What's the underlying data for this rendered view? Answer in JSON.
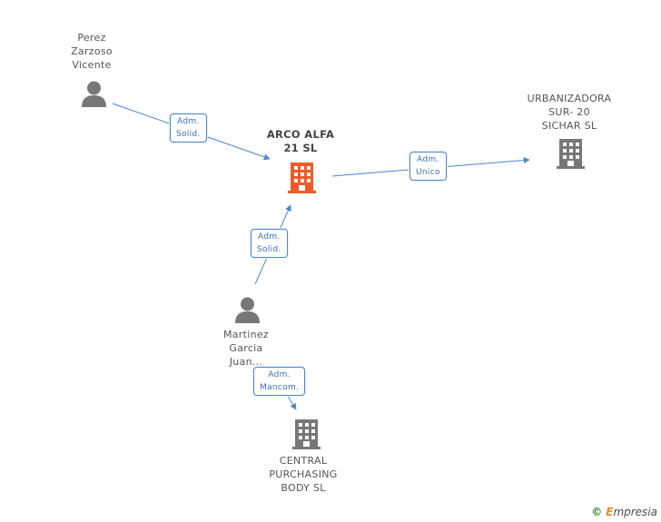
{
  "colors": {
    "edge": "#4a86d4",
    "person_icon": "#777777",
    "company_icon": "#777777",
    "focus_company_icon": "#f05a28"
  },
  "nodes": [
    {
      "id": "perez",
      "type": "person",
      "label": "Perez\nZarzoso\nVicente"
    },
    {
      "id": "arco",
      "type": "company",
      "focus": true,
      "label": "ARCO ALFA\n21 SL"
    },
    {
      "id": "urbanizadora",
      "type": "company",
      "label": "URBANIZADORA\nSUR- 20\nSICHAR SL"
    },
    {
      "id": "martinez",
      "type": "person",
      "label": "Martinez\nGarcia\nJuan..."
    },
    {
      "id": "central",
      "type": "company",
      "label": "CENTRAL\nPURCHASING\nBODY  SL"
    }
  ],
  "edges": [
    {
      "from": "perez",
      "to": "arco",
      "label": "Adm.\nSolid."
    },
    {
      "from": "arco",
      "to": "urbanizadora",
      "label": "Adm.\nUnico"
    },
    {
      "from": "martinez",
      "to": "arco",
      "label": "Adm.\nSolid."
    },
    {
      "from": "martinez",
      "to": "central",
      "label": "Adm.\nMancom."
    }
  ],
  "credit": {
    "symbol": "©",
    "brand_initial": "E",
    "brand_rest": "mpresia"
  }
}
